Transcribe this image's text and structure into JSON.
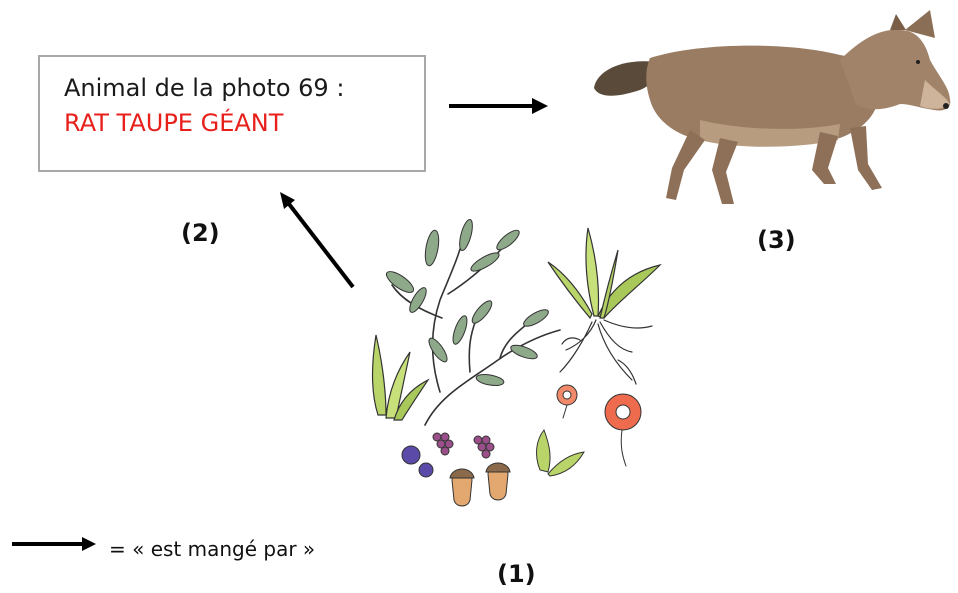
{
  "box": {
    "prefix": "Animal de la photo 69 :",
    "answer": "RAT TAUPE GÉANT",
    "answer_color": "#e8201c"
  },
  "labels": {
    "plants": "(1)",
    "rat": "(2)",
    "predator": "(3)"
  },
  "legend": {
    "text": "= « est mangé par »"
  },
  "illustrations": {
    "predator": "coyote-illustration",
    "plants": "plants-and-seeds-illustration"
  }
}
